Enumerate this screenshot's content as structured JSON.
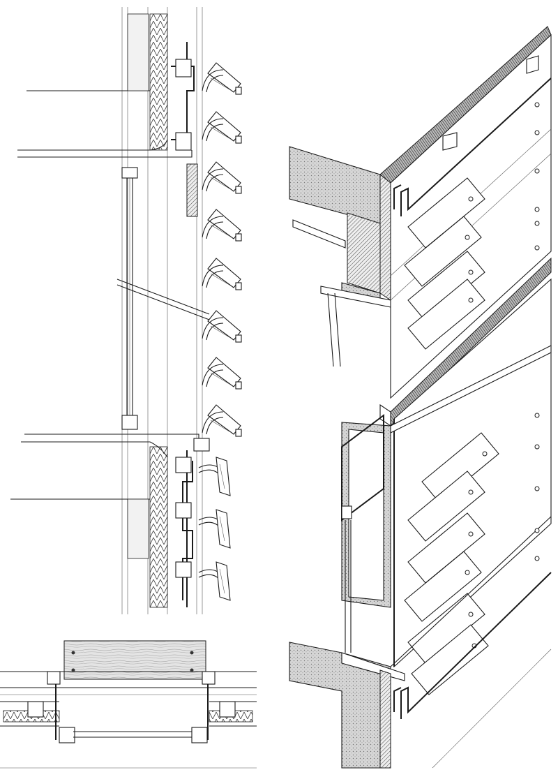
{
  "drawing": {
    "views": [
      {
        "id": "vertical-section"
      },
      {
        "id": "plan-section"
      },
      {
        "id": "axonometric-facade"
      }
    ],
    "colors": {
      "ink": "#1a1a1a",
      "paper": "#ffffff",
      "tone": "#cfcfcf"
    }
  }
}
